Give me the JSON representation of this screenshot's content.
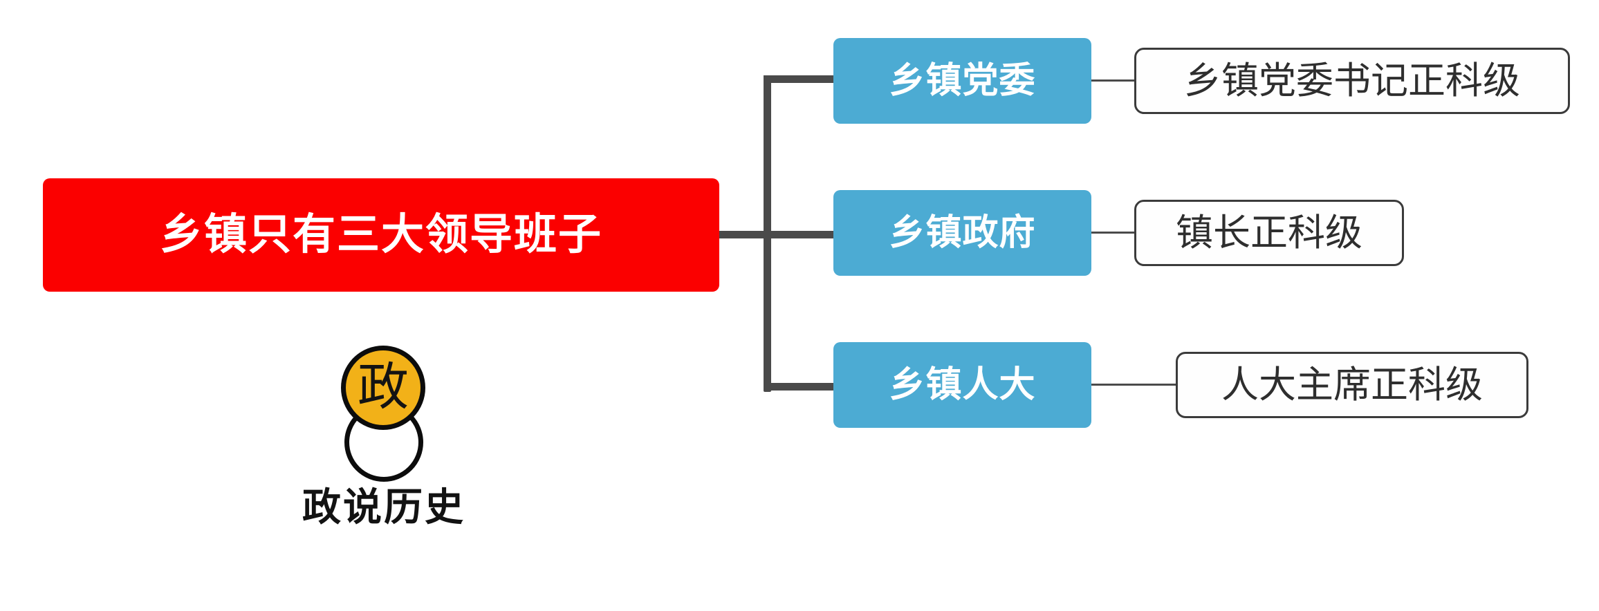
{
  "diagram": {
    "type": "mind-map",
    "title": "乡镇只有三大领导班子",
    "root": {
      "label": "乡镇只有三大领导班子",
      "fill": "#fb0000",
      "text_color": "#ffffff"
    },
    "branches": [
      {
        "label": "乡镇党委",
        "fill": "#4cabd3",
        "text_color": "#ffffff",
        "leaf": "乡镇党委书记正科级"
      },
      {
        "label": "乡镇政府",
        "fill": "#4cabd3",
        "text_color": "#ffffff",
        "leaf": "镇长正科级"
      },
      {
        "label": "乡镇人大",
        "fill": "#4cabd3",
        "text_color": "#ffffff",
        "leaf": "人大主席正科级"
      }
    ],
    "leaf_style": {
      "fill": "#fefefe",
      "border_color": "#3b3b3b",
      "text_color": "#2e2e2e"
    },
    "connector_color": "#4a4a4a"
  },
  "watermark": {
    "badge_glyph": "政",
    "badge_fill": "#f2b118",
    "badge_stroke": "#0c0c0c",
    "name": "政说历史",
    "name_color": "#121212"
  }
}
